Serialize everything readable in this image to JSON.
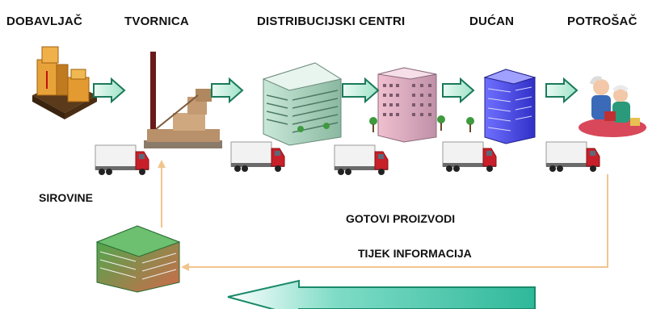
{
  "headers": {
    "supplier": "DOBAVLJAČ",
    "factory": "TVORNICA",
    "distribution": "DISTRIBUCIJSKI CENTRI",
    "store": "DUĆAN",
    "consumer": "POTROŠAČ"
  },
  "labels": {
    "raw_materials": "SIROVINE",
    "finished_goods": "GOTOVI PROIZVODI",
    "information_flow": "TIJEK INFORMACIJA"
  },
  "colors": {
    "arrow_fill": "#c8f0e0",
    "arrow_stroke": "#1a7a5a",
    "info_line": "#f2c58e",
    "big_arrow_start": "#3cc3a6",
    "big_arrow_end": "#ffffff",
    "truck_red": "#c8202a"
  },
  "icons": [
    "boxes-icon",
    "factory-icon",
    "warehouse-building-icon",
    "office-building-icon",
    "store-building-icon",
    "consumers-icon",
    "truck-icon",
    "hq-building-icon"
  ]
}
